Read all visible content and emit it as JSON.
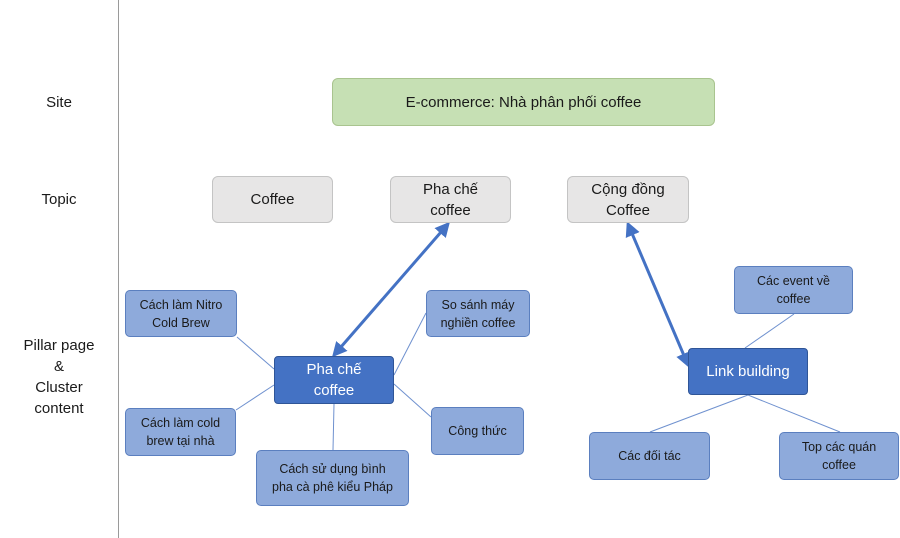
{
  "labels": {
    "site": "Site",
    "topic": "Topic",
    "pillar": "Pillar page\n&\nCluster\ncontent"
  },
  "site": {
    "text": "E-commerce: Nhà phân phối coffee"
  },
  "topics": {
    "coffee": "Coffee",
    "pha_che": "Pha chế\ncoffee",
    "cong_dong": "Cộng đồng\nCoffee"
  },
  "pillars": {
    "pha_che": "Pha chế\ncoffee",
    "link_building": "Link building"
  },
  "clusters": {
    "nitro": "Cách làm Nitro\nCold Brew",
    "cold_brew": "Cách làm cold\nbrew tại nhà",
    "binh_phap": "Cách sử dụng bình\npha cà phê kiểu Pháp",
    "so_sanh": "So sánh máy\nnghiền coffee",
    "cong_thuc": "Công thức",
    "event": "Các event về\ncoffee",
    "doi_tac": "Các đối tác",
    "top_quan": "Top các quán\ncoffee"
  },
  "colors": {
    "site_fill": "#c6e0b4",
    "topic_fill": "#e7e6e6",
    "cluster_fill": "#8eaadb",
    "pillar_fill": "#4472c4",
    "arrow": "#4472c4",
    "connector": "#6f91cf"
  }
}
